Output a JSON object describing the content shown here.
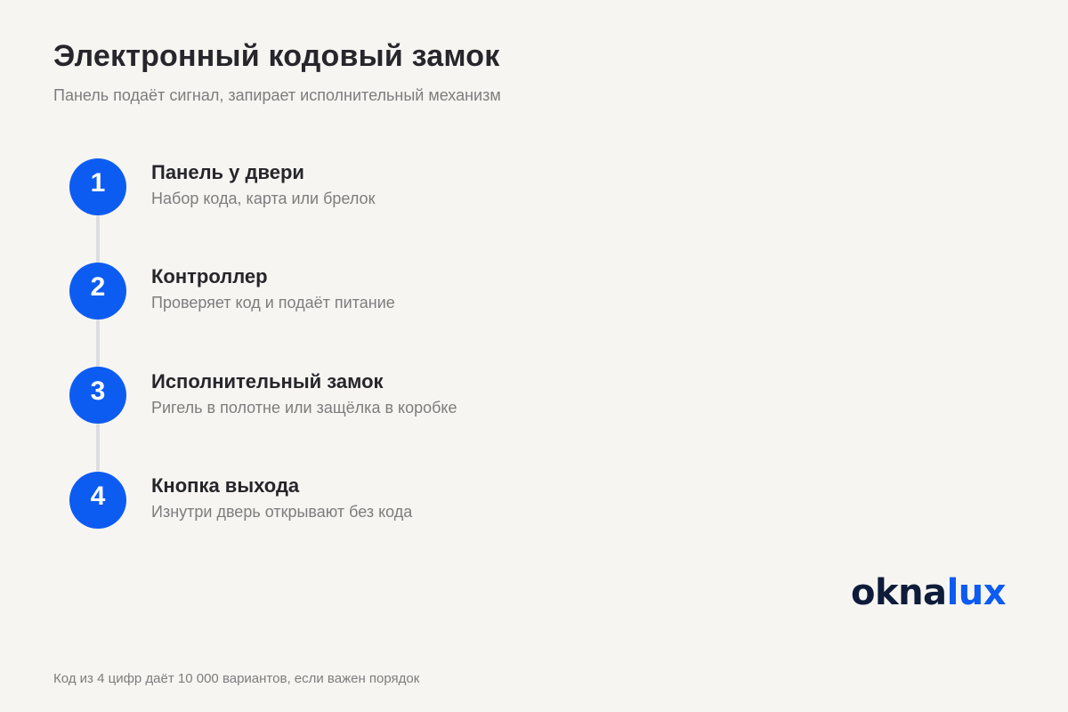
{
  "header": {
    "title": "Электронный кодовый замок",
    "subtitle": "Панель подаёт сигнал, запирает исполнительный механизм"
  },
  "steps": [
    {
      "number": "1",
      "title": "Панель у двери",
      "description": "Набор кода, карта или брелок"
    },
    {
      "number": "2",
      "title": "Контроллер",
      "description": "Проверяет код и подаёт питание"
    },
    {
      "number": "3",
      "title": "Исполнительный замок",
      "description": "Ригель в полотне или защёлка в коробке"
    },
    {
      "number": "4",
      "title": "Кнопка выхода",
      "description": "Изнутри дверь открывают без кода"
    }
  ],
  "logo": {
    "part1": "okna",
    "part2": "lux"
  },
  "footnote": "Код из 4 цифр даёт 10 000 вариантов, если важен порядок",
  "colors": {
    "accent": "#0d5cf2",
    "background": "#f6f5f2",
    "text_primary": "#26262b",
    "text_secondary": "#7d7d7d",
    "logo_dark": "#0e1c3a",
    "connector": "#dcdde2"
  }
}
